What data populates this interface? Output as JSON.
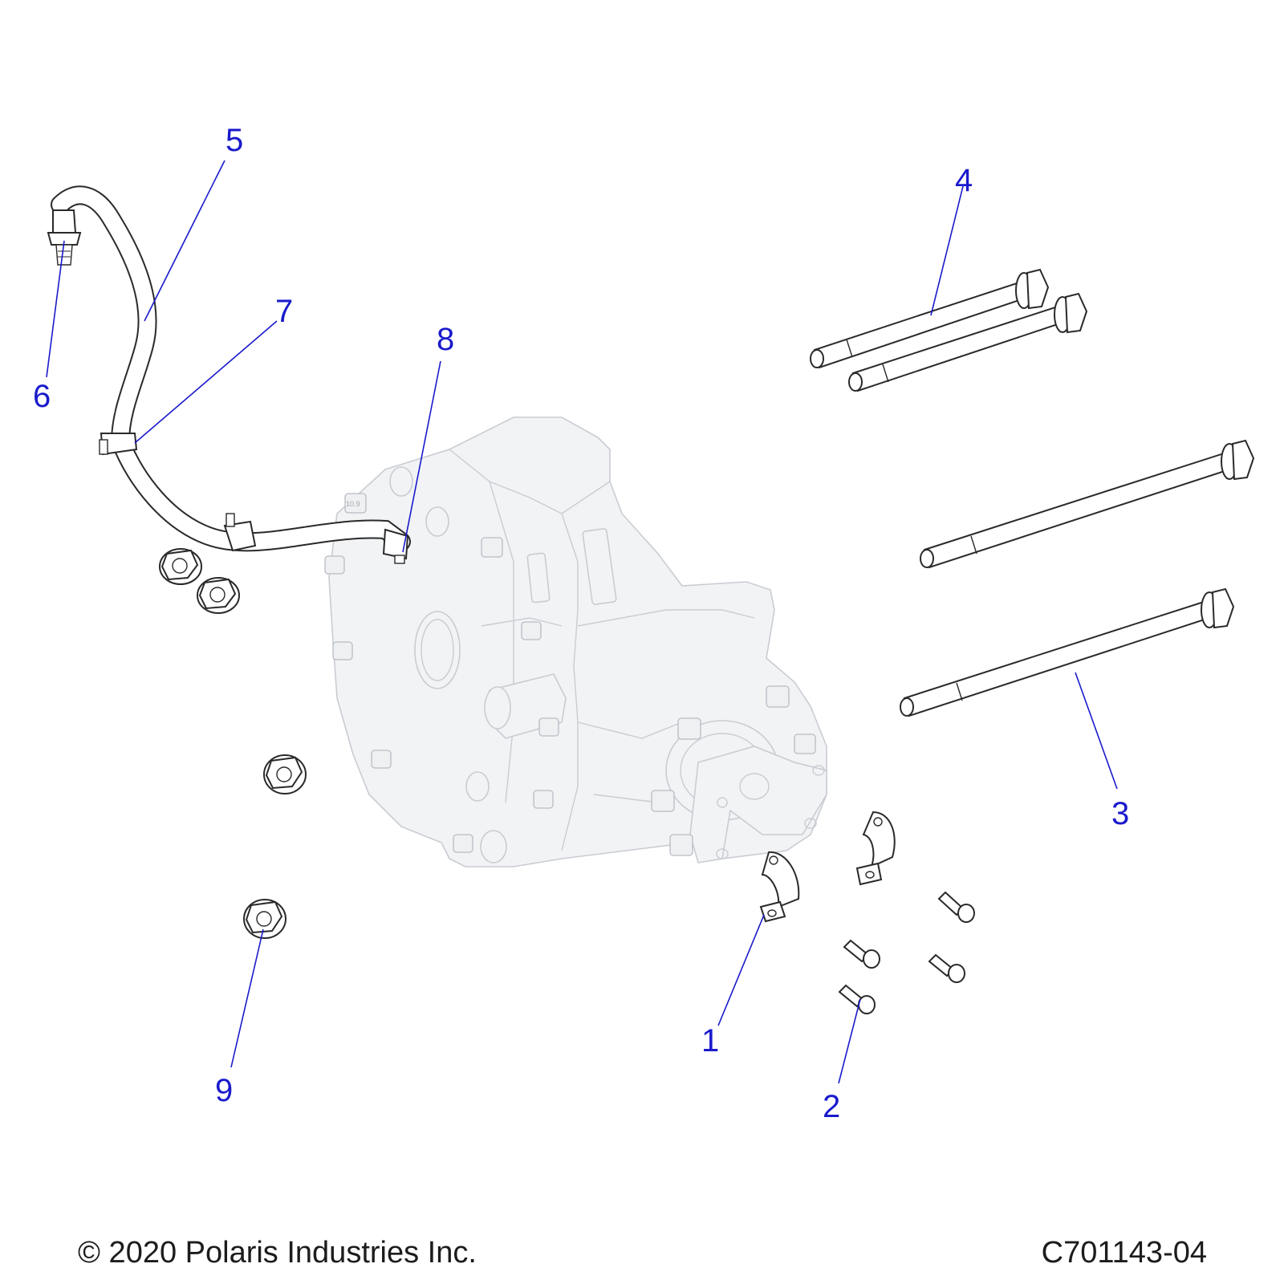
{
  "diagram": {
    "callouts": [
      {
        "id": "1",
        "label": "1"
      },
      {
        "id": "2",
        "label": "2"
      },
      {
        "id": "3",
        "label": "3"
      },
      {
        "id": "4",
        "label": "4"
      },
      {
        "id": "5",
        "label": "5"
      },
      {
        "id": "6",
        "label": "6"
      },
      {
        "id": "7",
        "label": "7"
      },
      {
        "id": "8",
        "label": "8"
      },
      {
        "id": "9",
        "label": "9"
      }
    ],
    "housing_bolt_marking": "10.9"
  },
  "footer": {
    "copyright": "© 2020 Polaris Industries Inc.",
    "drawing_number": "C701143-04"
  },
  "colors": {
    "callout": "#1a1acc",
    "line_art": "#2a2a2a",
    "housing": "#f2f3f5"
  }
}
